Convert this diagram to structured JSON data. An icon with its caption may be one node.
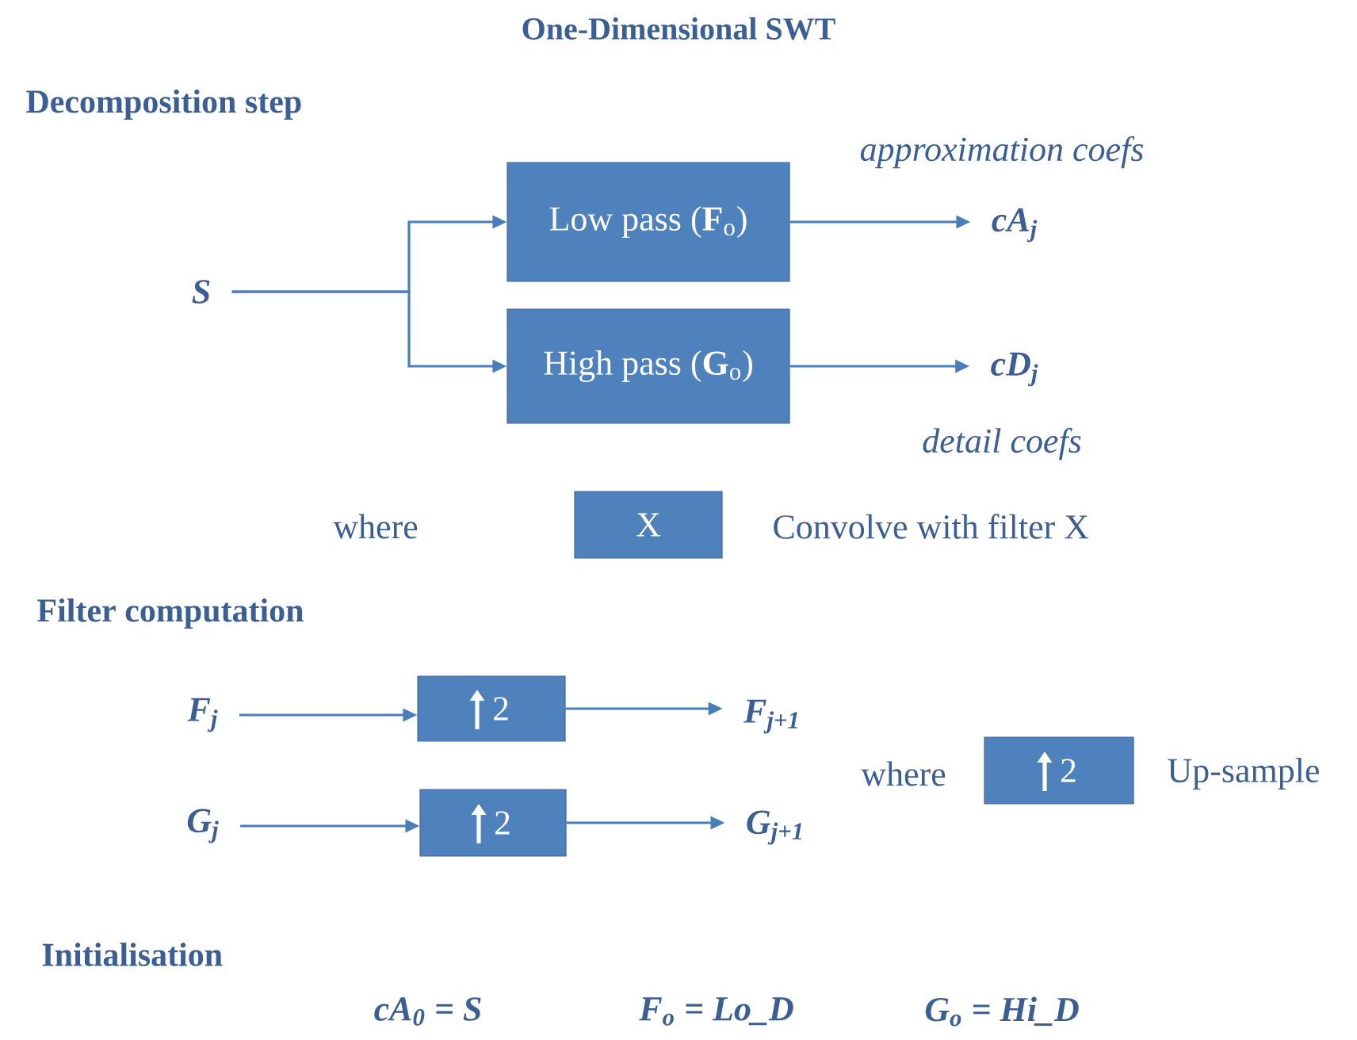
{
  "diagram": {
    "title": "One-Dimensional SWT",
    "nodes": [
      {
        "text": [
          "S"
        ]
      },
      {
        "text": [
          "Low pass (**F**$_{o}$)"
        ]
      },
      {
        "text": [
          "High pass (**G**$_{o}$)"
        ]
      },
      {
        "text": [
          "cA$_{j}$"
        ],
        "beside": [
          "approximation coefs"
        ]
      },
      {
        "text": [
          "cD$_{j}$"
        ],
        "beside": [
          "detail coefs"
        ]
      },
      {
        "text": [
          "F$_{j}$"
        ]
      },
      {
        "text": [
          "2"
        ]
      },
      {
        "text": [
          "F$_{j+1}$"
        ]
      },
      {
        "text": [
          "G$_{j}$"
        ]
      },
      {
        "text": [
          "2"
        ]
      },
      {
        "text": [
          "G$_{j+1}$"
        ]
      },
      {
        "text": [
          "X"
        ]
      },
      {
        "text": [
          "2"
        ]
      }
    ],
    "edges": [
      {
        "from": 0,
        "to": 1,
        "arrow": "to"
      },
      {
        "from": 0,
        "to": 2,
        "arrow": "to"
      },
      {
        "from": 1,
        "to": 3,
        "arrow": "to"
      },
      {
        "from": 2,
        "to": 4,
        "arrow": "to"
      },
      {
        "from": 5,
        "to": 6,
        "arrow": "to"
      },
      {
        "from": 6,
        "to": 7,
        "arrow": "to"
      },
      {
        "from": 8,
        "to": 9,
        "arrow": "to"
      },
      {
        "from": 9,
        "to": 10,
        "arrow": "to"
      }
    ],
    "labels": [
      "Decomposition step",
      "where",
      "Convolve with filter X",
      "Filter computation",
      "where",
      "Up-sample",
      "Initialisation",
      "cA$_{0}$ = S",
      "F$_{o}$ = Lo_D",
      "G$_{o}$ = Hi_D"
    ]
  }
}
